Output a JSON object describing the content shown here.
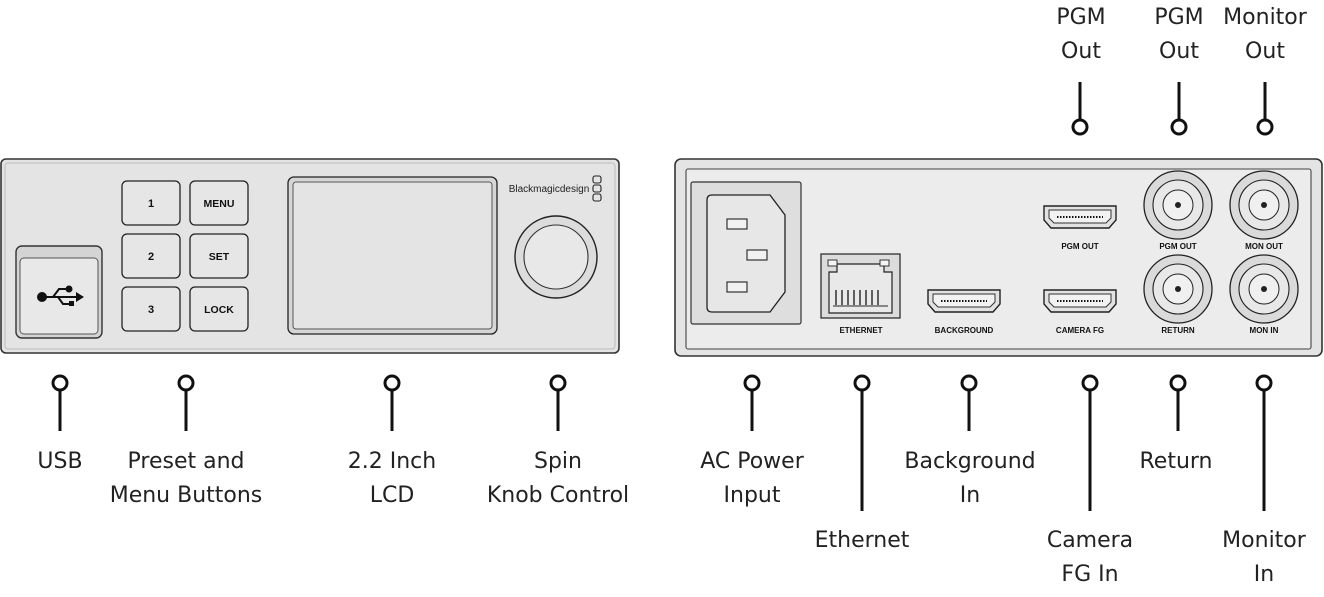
{
  "front_panel": {
    "brand": "Blackmagicdesign",
    "buttons": {
      "b1": "1",
      "b2": "2",
      "b3": "3",
      "menu": "MENU",
      "set": "SET",
      "lock": "LOCK"
    }
  },
  "rear_panel": {
    "port_labels": {
      "ethernet": "ETHERNET",
      "background": "BACKGROUND",
      "pgm_out_hdmi": "PGM OUT",
      "camera_fg": "CAMERA FG",
      "pgm_out_sdi": "PGM OUT",
      "mon_out": "MON OUT",
      "return": "RETURN",
      "mon_in": "MON IN"
    }
  },
  "callouts": {
    "usb": [
      "USB"
    ],
    "preset_menu": [
      "Preset and",
      "Menu Buttons"
    ],
    "lcd": [
      "2.2 Inch",
      "LCD"
    ],
    "spin_knob": [
      "Spin",
      "Knob Control"
    ],
    "ac_power": [
      "AC Power",
      "Input"
    ],
    "ethernet": [
      "Ethernet"
    ],
    "background_in": [
      "Background",
      "In"
    ],
    "camera_fg_in": [
      "Camera",
      "FG In"
    ],
    "return": [
      "Return"
    ],
    "monitor_in": [
      "Monitor",
      "In"
    ],
    "pgm_out_1": [
      "PGM",
      "Out"
    ],
    "pgm_out_2": [
      "PGM",
      "Out"
    ],
    "monitor_out": [
      "Monitor",
      "Out"
    ]
  }
}
